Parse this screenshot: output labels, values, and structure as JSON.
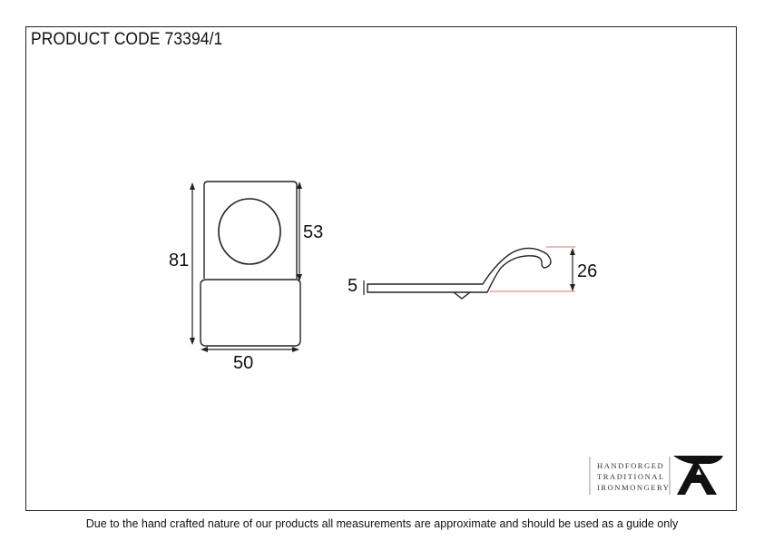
{
  "header": {
    "product_code": "PRODUCT CODE 73394/1"
  },
  "dimensions": {
    "height": "81",
    "hole_height": "53",
    "width": "50",
    "thickness": "5",
    "depth": "26"
  },
  "logo": {
    "line1": "HANDFORGED",
    "line2": "TRADITIONAL",
    "line3": "IRONMONGERY",
    "icon": "anvil-a-icon"
  },
  "footer": {
    "disclaimer": "Due to the hand crafted nature of our products all measurements are approximate and should be used as a guide only"
  },
  "colors": {
    "line": "#222222",
    "accent_extension": "#e07070"
  }
}
